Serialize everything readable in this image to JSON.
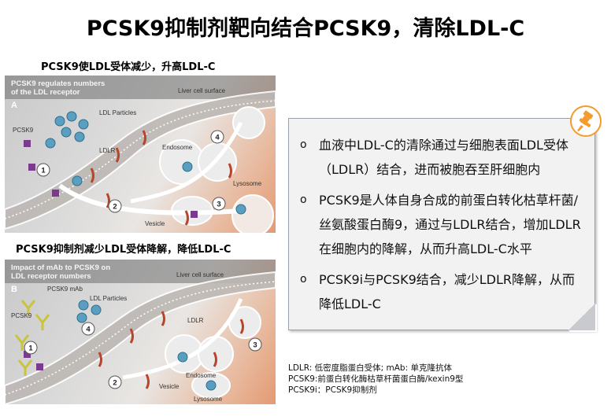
{
  "title": "PCSK9抑制剂靶向结合PCSK9，清除LDL-C",
  "panel_a": {
    "caption": "PCSK9使LDL受体减少，升高LDL-C",
    "header_line1": "PCSK9 regulates numbers",
    "header_line2": "of the LDL receptor",
    "letter": "A",
    "labels": {
      "liver_surface": "Liver cell surface",
      "ldl_particles": "LDL Particles",
      "pcsk9": "PCSK9",
      "ldlr": "LDLR",
      "endosome": "Endosome",
      "lysosome": "Lysosome",
      "vesicle": "Vesicle"
    },
    "steps": [
      "1",
      "2",
      "3",
      "4"
    ]
  },
  "panel_b": {
    "caption": "PCSK9抑制剂减少LDL受体降解，降低LDL-C",
    "header_line1": "Impact of mAb to PCSK9 on",
    "header_line2": "LDL receptor numbers",
    "letter": "B",
    "labels": {
      "liver_surface": "Liver cell surface",
      "pcsk9_mab": "PCSK9 mAb",
      "ldl_particles": "LDL Particles",
      "pcsk9": "PCSK9",
      "ldlr": "LDLR",
      "endosome": "Endosome",
      "vesicle": "Vesicle",
      "lysosome": "Lysosome"
    },
    "steps": [
      "1",
      "2",
      "3",
      "4"
    ]
  },
  "infobox": {
    "bullet_symbol": "o",
    "items": [
      "血液中LDL-C的清除通过与细胞表面LDL受体（LDLR）结合，进而被胞吞至肝细胞内",
      "PCSK9是人体自身合成的前蛋白转化枯草杆菌/丝氨酸蛋白酶9，通过与LDLR结合，增加LDLR在细胞内的降解，从而升高LDL-C水平",
      "PCSK9i与PCSK9结合，减少LDLR降解，从而降低LDL-C"
    ]
  },
  "notes": [
    "LDLR: 低密度脂蛋白受体; mAb: 单克隆抗体",
    "PCSK9:前蛋白转化酶枯草杆菌蛋白酶/kexin9型",
    "PCSK9i：PCSK9抑制剂"
  ],
  "colors": {
    "accent_orange": "#f39b2d",
    "receptor_red": "#b8442a",
    "ldl_blue": "#5a9fc0",
    "pcsk9_purple": "#7a3b8c",
    "mab_yellow": "#c9c43a"
  }
}
